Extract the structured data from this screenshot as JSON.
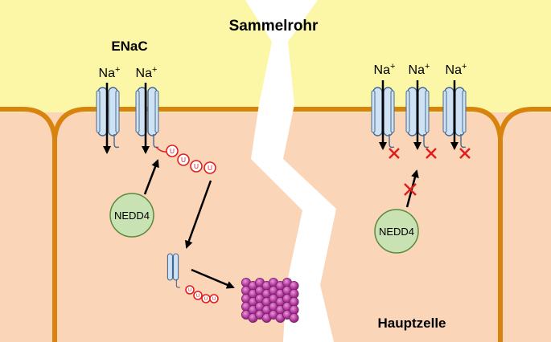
{
  "labels": {
    "lumen": "Sammelrohr",
    "channel": "ENaC",
    "cell": "Hauptzelle",
    "sodium": "Na",
    "charge": "+",
    "ligase_left": "NEDD4",
    "ligase_right": "NEDD4",
    "ubiquitin": "U"
  },
  "colors": {
    "lumen": "#fbf7a6",
    "cytoplasm": "#fbd5b8",
    "membrane": "#d9830f",
    "gap": "#ffffff",
    "channel_fill": "#cfe2f3",
    "channel_stroke": "#47698f",
    "nedd4_fill": "#c9e2b3",
    "nedd4_stroke": "#5a8a3e",
    "ubiquitin": "#e01e1e",
    "proteasome": "#b43aa0",
    "block_mark": "#e01e1e"
  },
  "icons": [
    "arrow-icon",
    "cross-icon",
    "proteasome-icon",
    "ubiquitin-icon",
    "channel-icon"
  ]
}
